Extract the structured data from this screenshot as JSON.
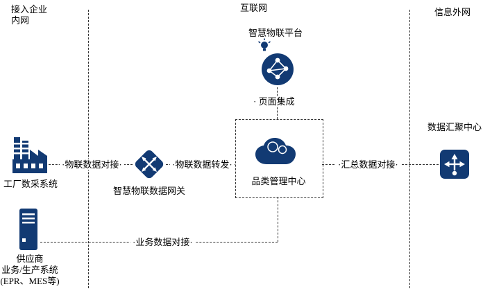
{
  "colors": {
    "icon": "#123a73",
    "line": "#333333",
    "text": "#000000"
  },
  "zones": {
    "left": {
      "line1": "接入企业",
      "line2": "内网"
    },
    "center": {
      "label": "互联网"
    },
    "right": {
      "label": "信息外网"
    }
  },
  "nodes": {
    "platform": {
      "label": "智慧物联平台"
    },
    "page_integration": {
      "label": "· 页面集成"
    },
    "category_center": {
      "label": "品类管理中心"
    },
    "factory": {
      "label": "工厂数采系统"
    },
    "gateway": {
      "label": "智慧物联数据网关"
    },
    "aggregation": {
      "label": "数据汇聚中心"
    },
    "supplier": {
      "line1": "供应商",
      "line2": "业务/生产系统",
      "line3": "(EPR、MES等)"
    }
  },
  "edges": {
    "iot_connect": {
      "label": "·物联数据对接·"
    },
    "iot_forward": {
      "label": "·物联数据转发·"
    },
    "summary_connect": {
      "label": "·汇总数据对接·"
    },
    "business_connect": {
      "label": "·业务数据对接·"
    }
  }
}
